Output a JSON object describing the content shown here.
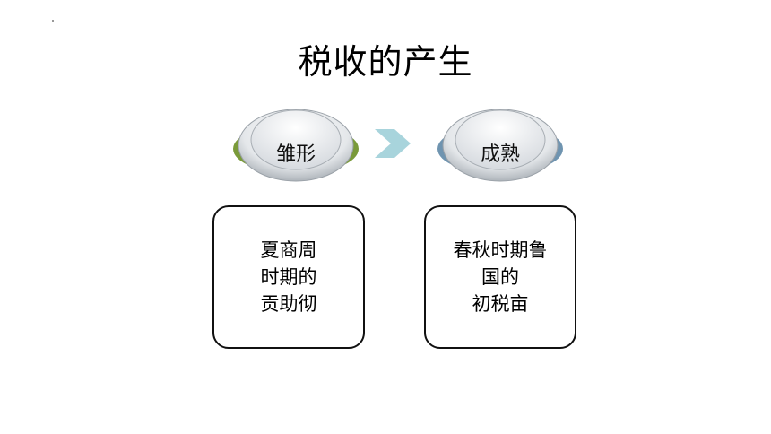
{
  "title": "税收的产生",
  "stages": [
    {
      "label": "雏形",
      "accent": "#7a9a3a"
    },
    {
      "label": "成熟",
      "accent": "#6f94b0"
    }
  ],
  "arrow_color": "#a8d4dc",
  "boxes": [
    {
      "lines": [
        "夏商周",
        "时期的",
        "贡助彻"
      ]
    },
    {
      "lines": [
        "春秋时期鲁",
        "国的",
        "初税亩"
      ]
    }
  ]
}
